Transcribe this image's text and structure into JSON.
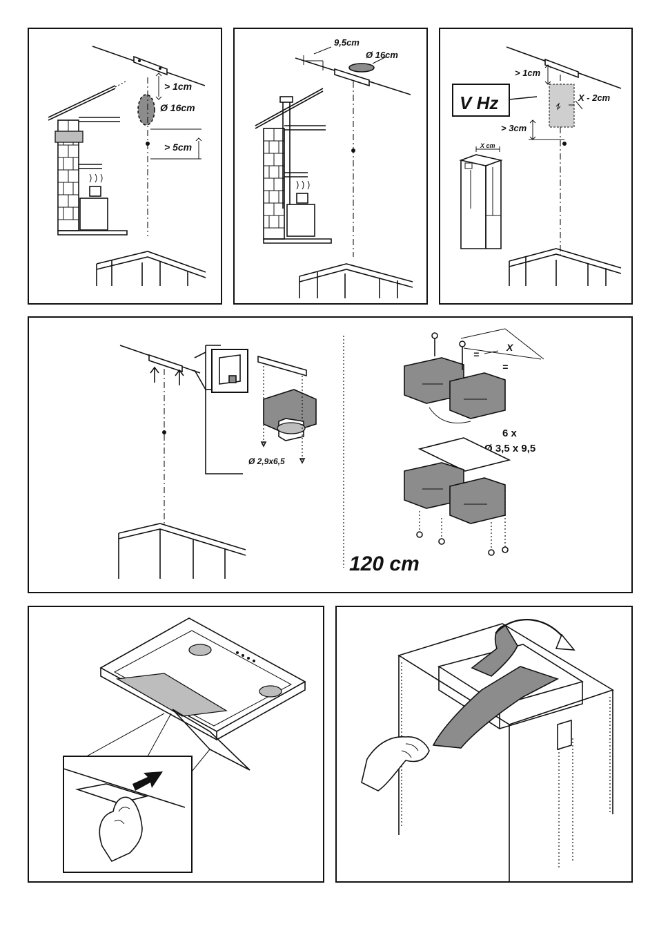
{
  "panel1": {
    "dim_top": "> 1cm",
    "diameter": "Ø 16cm",
    "dim_bottom": "> 5cm"
  },
  "panel2": {
    "dim_width": "9,5cm",
    "diameter": "Ø 16cm"
  },
  "panel3": {
    "dim_top": "> 1cm",
    "vhz": "V  Hz",
    "dim_socket": "X - 2cm",
    "dim_bottom": "> 3cm",
    "chimney_width": "X cm"
  },
  "panel4": {
    "screw_spec": "Ø 2,9x6,5",
    "dim_x": "X",
    "equal_1": "=",
    "equal_2": "=",
    "screw_count": "6 x",
    "screw_size": "Ø 3,5 x 9,5",
    "height": "120 cm"
  },
  "colors": {
    "line": "#111111",
    "gray_fill": "#8c8c8c",
    "light_gray": "#bdbdbd"
  }
}
